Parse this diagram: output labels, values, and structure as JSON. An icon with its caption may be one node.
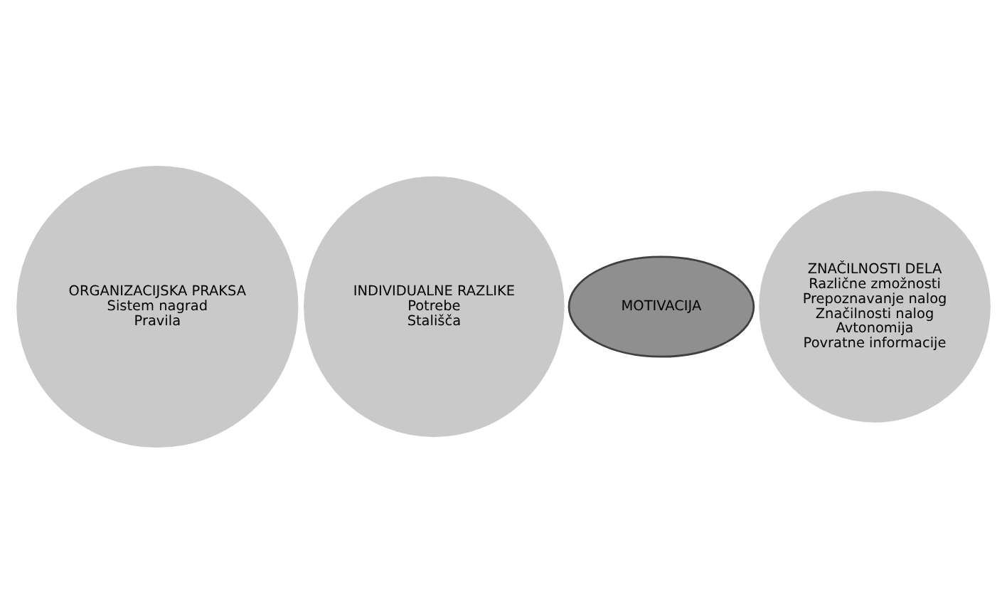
{
  "diagram": {
    "nodes": [
      {
        "text": [
          "INDIVIDUALNE RAZLIKE",
          "Potrebe",
          "Stališča"
        ]
      },
      {
        "text": [
          "ORGANIZACIJSKA PRAKSA",
          "Sistem nagrad",
          "Pravila"
        ]
      },
      {
        "text": [
          "MOTIVACIJA"
        ]
      },
      {
        "text": [
          "ZNAČILNOSTI DELA",
          "Različne zmožnosti",
          "Prepoznavanje nalog",
          "Značilnosti nalog",
          "Avtonomija",
          "Povratne informacije"
        ]
      }
    ],
    "edges": []
  }
}
